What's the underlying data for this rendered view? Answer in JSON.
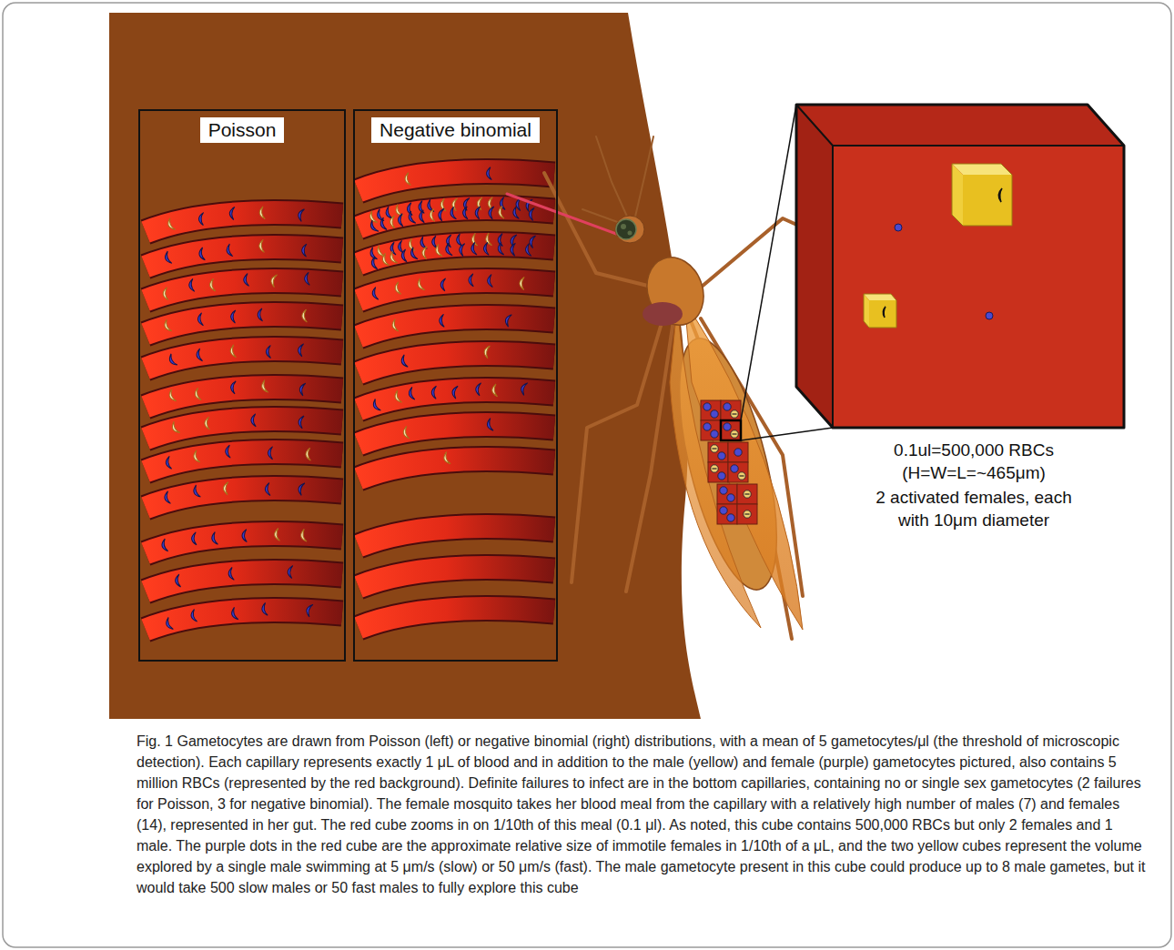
{
  "diagram": {
    "caption": "Fig. 1 Gametocytes are drawn from Poisson (left) or negative binomial (right) distributions, with a mean of 5 gametocytes/μl (the threshold of microscopic detection). Each capillary represents exactly 1 μL of blood and in addition to the male (yellow) and female (purple) gametocytes pictured, also contains 5 million RBCs (represented by the red background). Definite failures to infect are in the bottom capillaries, containing no or single sex gametocytes (2 failures for Poisson, 3 for negative binomial). The female mosquito takes her blood meal from the capillary with a relatively high number of males (7) and females (14), represented in her gut. The red cube zooms in on 1/10th of this meal (0.1 μl). As noted, this cube contains 500,000 RBCs but only 2 females and 1 male. The purple dots in the red cube are the approximate relative size of immotile females in 1/10th of a μL, and the two yellow cubes represent the volume explored by a single male swimming at 5 μm/s (slow) or 50 μm/s (fast). The male gametocyte present in this cube could produce up to 8 male gametes, but it would take 500 slow males or 50 fast males to fully explore this cube",
    "nodes": [
      {
        "text": [
          "Poisson"
        ]
      },
      {
        "text": [
          "Negative binomial"
        ]
      }
    ],
    "labels": [
      "0.1ul=500,000 RBCs (H=W=L=~465μm)",
      "2 activated females, each with 10μm diameter"
    ]
  }
}
